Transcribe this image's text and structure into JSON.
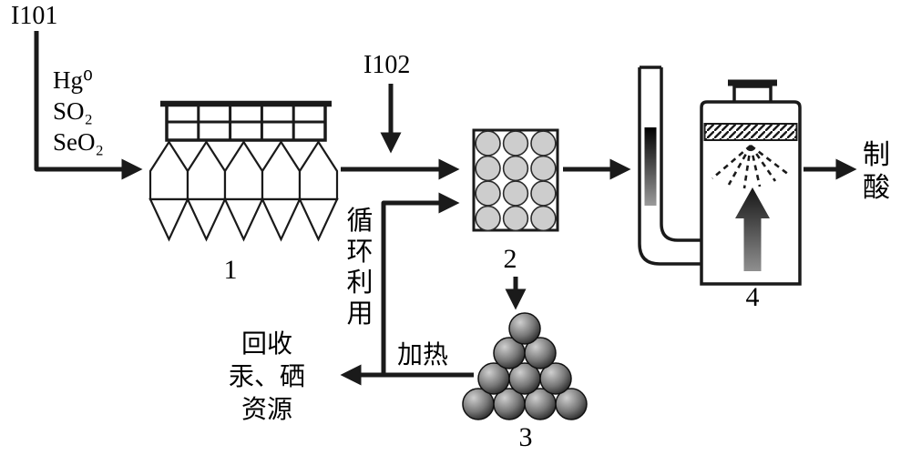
{
  "colors": {
    "ink": "#1a1a1a",
    "bed_circle_fill": "#cdcdcd",
    "sphere_light": "#cfcfcf",
    "sphere_dark": "#2b2b2b"
  },
  "streams": {
    "inlet": {
      "id": "I101",
      "species": [
        "Hg⁰",
        "SO₂",
        "SeO₂"
      ]
    },
    "reagent": {
      "id": "I102"
    },
    "product": {
      "chars": [
        "制",
        "酸"
      ]
    }
  },
  "units": [
    {
      "number": "1",
      "icon": "electrostatic-precipitator-icon"
    },
    {
      "number": "2",
      "icon": "adsorbent-bed-icon"
    },
    {
      "number": "3",
      "icon": "sorbent-sphere-pile-icon"
    },
    {
      "number": "4",
      "icon": "spray-absorption-tower-icon"
    }
  ],
  "annotations": {
    "heating": "加热",
    "recycle_chars": [
      "循",
      "环",
      "利",
      "用"
    ],
    "recovery_lines": [
      "回收",
      "汞、硒",
      "资源"
    ]
  }
}
